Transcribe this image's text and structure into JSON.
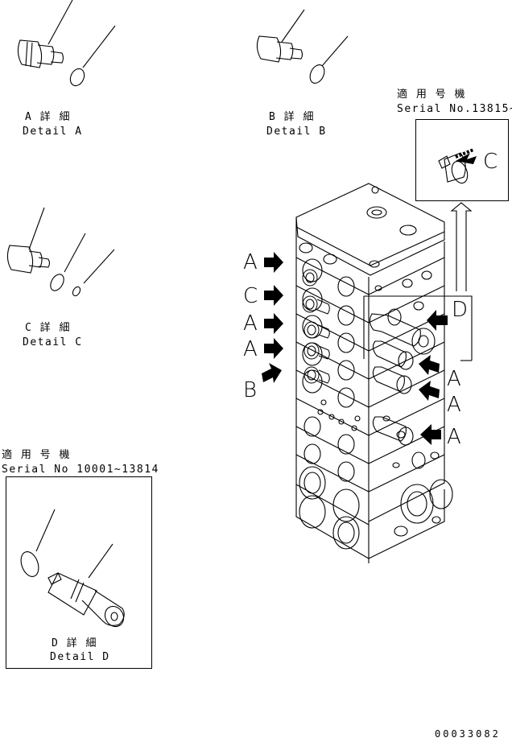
{
  "detail_a": {
    "jp": "A 詳 細",
    "en": "Detail A"
  },
  "detail_b": {
    "jp": "B 詳 細",
    "en": "Detail B"
  },
  "detail_c": {
    "jp": "C 詳 細",
    "en": "Detail C"
  },
  "detail_d": {
    "jp": "D 詳 細",
    "en": "Detail D"
  },
  "serial_top": {
    "jp": "適 用 号 機",
    "serial": "Serial No.13815~"
  },
  "serial_left": {
    "jp": "適 用 号 機",
    "serial": "Serial No 10001~13814"
  },
  "callouts": {
    "left": [
      "A",
      "C",
      "A",
      "A",
      "B"
    ],
    "right": [
      "A",
      "A",
      "A"
    ],
    "d": "D",
    "c_inset": "C"
  },
  "drawing_number": "00033082",
  "colors": {
    "line": "#000000",
    "background": "#ffffff"
  }
}
